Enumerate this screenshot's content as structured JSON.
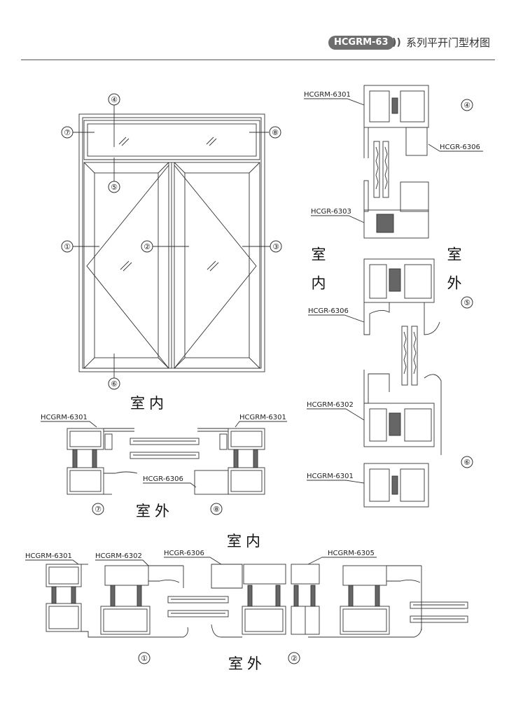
{
  "header": {
    "badge": "HCGRM-63",
    "chevrons": "))",
    "title": "系列平开门型材图"
  },
  "elevation": {
    "markers": [
      "④",
      "⑤",
      "⑦",
      "⑧",
      "①",
      "②",
      "③",
      "⑥"
    ],
    "caption": "室内"
  },
  "section_78": {
    "labels": [
      "HCGRM-6301",
      "HCGRM-6301",
      "HCGR-6306"
    ],
    "markers": [
      "⑦",
      "⑧"
    ],
    "caption": "室外"
  },
  "section_456": {
    "labels": [
      "HCGRM-6301",
      "HCGR-6306",
      "HCGR-6303",
      "HCGR-6306",
      "HCGRM-6302",
      "HCGRM-6301"
    ],
    "markers": [
      "④",
      "⑤",
      "⑥"
    ],
    "side_left": "室内",
    "side_right": "室外"
  },
  "section_12": {
    "top_caption": "室内",
    "labels": [
      "HCGRM-6301",
      "HCGRM-6302",
      "HCGR-6306",
      "HCGRM-6305"
    ],
    "markers": [
      "①",
      "②"
    ],
    "caption": "室外"
  }
}
